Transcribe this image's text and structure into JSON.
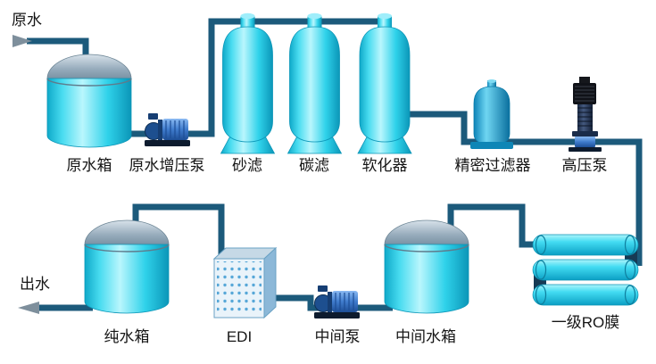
{
  "diagram_type": "water-treatment-process-flow",
  "labels": {
    "raw_water_in": "原水",
    "raw_water_tank": "原水箱",
    "booster_pump": "原水增压泵",
    "sand_filter": "砂滤",
    "carbon_filter": "碳滤",
    "softener": "软化器",
    "precision_filter": "精密过滤器",
    "high_pressure_pump": "高压泵",
    "ro_membrane": "一级RO膜",
    "intermediate_tank": "中间水箱",
    "intermediate_pump": "中间泵",
    "edi": "EDI",
    "pure_water_tank": "纯水箱",
    "water_out": "出水"
  },
  "flow_order": [
    "原水",
    "原水箱",
    "原水增压泵",
    "砂滤",
    "碳滤",
    "软化器",
    "精密过滤器",
    "高压泵",
    "一级RO膜",
    "中间水箱",
    "中间泵",
    "EDI",
    "纯水箱",
    "出水"
  ],
  "colors": {
    "equipment_cyan": "#35dcf2",
    "pipe": "#1c5a7b",
    "dome_gray": "#97acbc",
    "pump_blue": "#3f7ccd",
    "arrow_gray": "#7e8f9c",
    "background": "#ffffff",
    "text": "#151515"
  }
}
